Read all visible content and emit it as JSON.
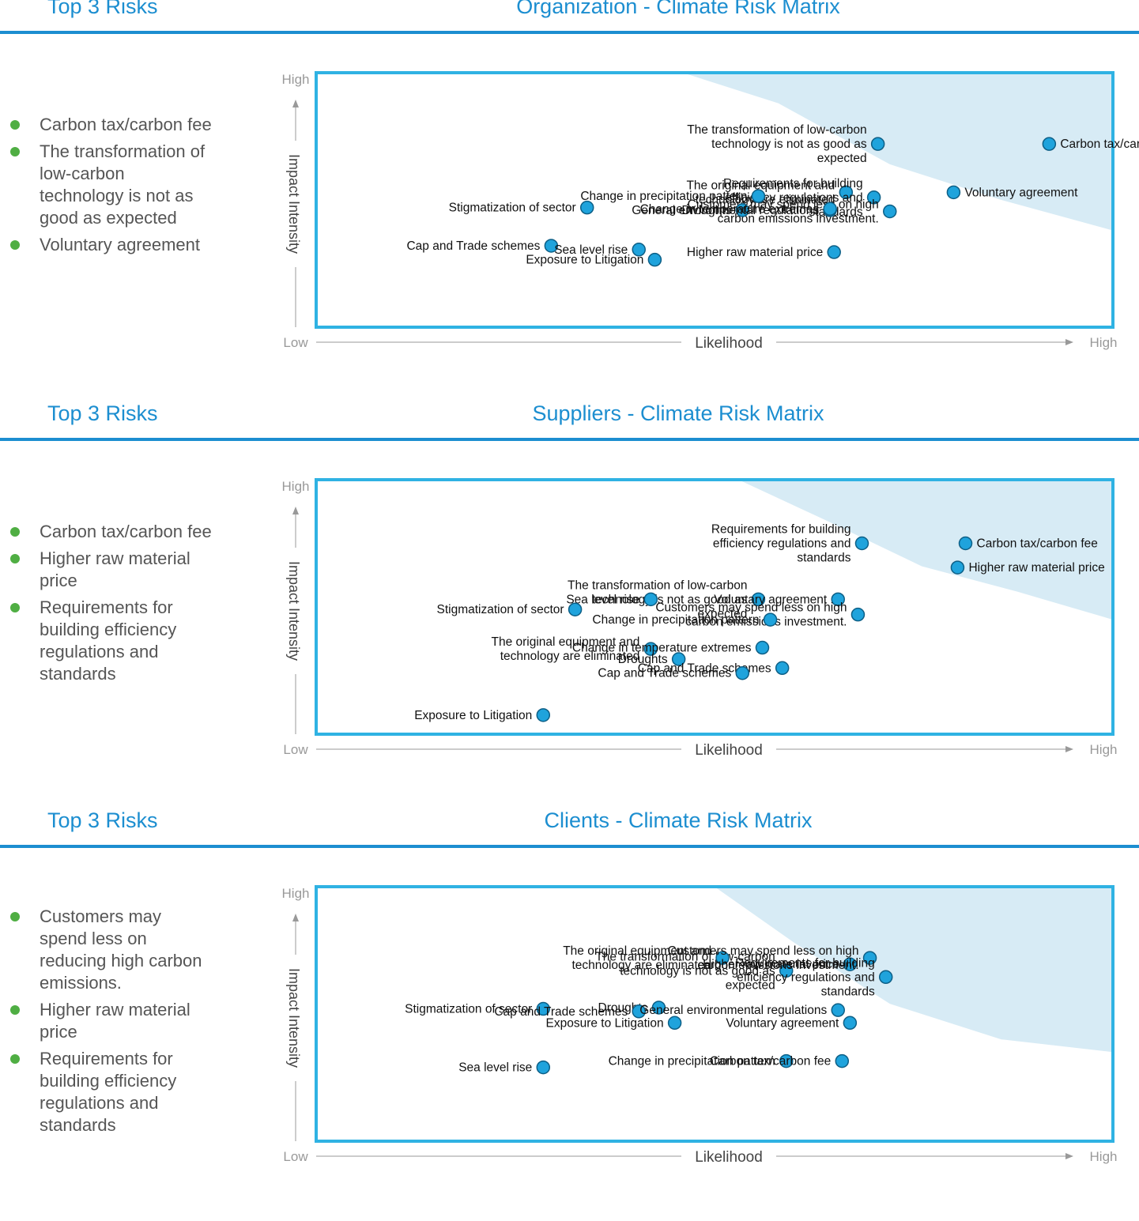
{
  "colors": {
    "heading": "#1c8ed0",
    "frame": "#2fb2e3",
    "zone": "#d7ebf5",
    "point_fill": "#1fa3dc",
    "point_stroke": "#0d5f86",
    "bullet": "#4fae43",
    "axis": "#999999"
  },
  "sections": [
    {
      "top_heading": "Top 3 Risks",
      "chart_title": "Organization - Climate Risk Matrix",
      "top_risks": [
        "Carbon tax/carbon fee",
        "The transformation of low-carbon technology is not as good as expected",
        "Voluntary agreement"
      ]
    },
    {
      "top_heading": "Top 3 Risks",
      "chart_title": "Suppliers - Climate Risk Matrix",
      "top_risks": [
        "Carbon tax/carbon fee",
        "Higher raw material price",
        "Requirements for building efficiency regulations and standards"
      ]
    },
    {
      "top_heading": "Top 3 Risks",
      "chart_title": "Clients - Climate Risk Matrix",
      "top_risks": [
        "Customers may spend less on reducing high carbon emissions.",
        "Higher raw material price",
        "Requirements for building efficiency regulations and standards"
      ]
    }
  ],
  "chart_data": [
    {
      "type": "scatter",
      "title": "Organization - Climate Risk Matrix",
      "xlabel": "Likelihood",
      "ylabel": "Impact Intensity",
      "x_low": "Low",
      "x_high": "High",
      "y_low": "Low",
      "y_high": "High",
      "xlim": [
        0,
        100
      ],
      "ylim": [
        0,
        100
      ],
      "high_risk_zone": [
        [
          46,
          100
        ],
        [
          58,
          88
        ],
        [
          72,
          64
        ],
        [
          86,
          50
        ],
        [
          100,
          38
        ],
        [
          100,
          100
        ]
      ],
      "points": [
        {
          "label": "The transformation of low-carbon technology is not as good as expected",
          "x": 70.5,
          "y": 72
        },
        {
          "label": "Carbon tax/carbon fee",
          "x": 92,
          "y": 72
        },
        {
          "label": "The original equipment and technology are eliminated",
          "x": 66.5,
          "y": 53
        },
        {
          "label": "Requirements for building efficiency regulations and standards",
          "x": 70,
          "y": 51
        },
        {
          "label": "Customers may spend less on high carbon emissions investment.",
          "x": 72,
          "y": 45.5
        },
        {
          "label": "Voluntary agreement",
          "x": 80,
          "y": 53
        },
        {
          "label": "Change in precipitation pattern",
          "x": 55.5,
          "y": 51.5
        },
        {
          "label": "Droughts",
          "x": 53.5,
          "y": 46
        },
        {
          "label": "Stigmatization of sector",
          "x": 34,
          "y": 47
        },
        {
          "label": "General environmental regulations",
          "x": 64.5,
          "y": 46
        },
        {
          "label": "Change in temperature extremes",
          "x": 64.5,
          "y": 46.5
        },
        {
          "label": "Cap and Trade schemes",
          "x": 29.5,
          "y": 32
        },
        {
          "label": "Sea level rise",
          "x": 40.5,
          "y": 30.5
        },
        {
          "label": "Exposure to Litigation",
          "x": 42.5,
          "y": 26.5
        },
        {
          "label": "Higher raw material price",
          "x": 65,
          "y": 29.5
        }
      ]
    },
    {
      "type": "scatter",
      "title": "Suppliers - Climate Risk Matrix",
      "xlabel": "Likelihood",
      "ylabel": "Impact Intensity",
      "x_low": "Low",
      "x_high": "High",
      "y_low": "Low",
      "y_high": "High",
      "xlim": [
        0,
        100
      ],
      "ylim": [
        0,
        100
      ],
      "high_risk_zone": [
        [
          53,
          100
        ],
        [
          64,
          84
        ],
        [
          76,
          66
        ],
        [
          88,
          56
        ],
        [
          100,
          45
        ],
        [
          100,
          100
        ]
      ],
      "points": [
        {
          "label": "Requirements for building efficiency regulations and standards",
          "x": 68.5,
          "y": 75
        },
        {
          "label": "Carbon tax/carbon fee",
          "x": 81.5,
          "y": 75
        },
        {
          "label": "Higher raw material price",
          "x": 80.5,
          "y": 65.5
        },
        {
          "label": "The transformation of low-carbon technology is not as good as expected",
          "x": 55.5,
          "y": 53
        },
        {
          "label": "Voluntary agreement",
          "x": 65.5,
          "y": 53
        },
        {
          "label": "Customers may spend less on high carbon emissions investment.",
          "x": 68,
          "y": 47
        },
        {
          "label": "Sea level rise",
          "x": 42,
          "y": 53
        },
        {
          "label": "Stigmatization of sector",
          "x": 32.5,
          "y": 49
        },
        {
          "label": "Change in precipitation pattern",
          "x": 57,
          "y": 45
        },
        {
          "label": "The original equipment and technology are eliminated",
          "x": 42,
          "y": 33.5
        },
        {
          "label": "Droughts",
          "x": 45.5,
          "y": 29.5
        },
        {
          "label": "Change in temperature extremes",
          "x": 56,
          "y": 34
        },
        {
          "label": "Cap and Trade schemes",
          "x": 58.5,
          "y": 26
        },
        {
          "label": "Cap and Trade schemes",
          "x": 53.5,
          "y": 24
        },
        {
          "label": "Exposure to Litigation",
          "x": 28.5,
          "y": 7.5
        }
      ]
    },
    {
      "type": "scatter",
      "title": "Clients - Climate Risk Matrix",
      "xlabel": "Likelihood",
      "ylabel": "Impact Intensity",
      "x_low": "Low",
      "x_high": "High",
      "y_low": "Low",
      "y_high": "High",
      "xlim": [
        0,
        100
      ],
      "ylim": [
        0,
        100
      ],
      "high_risk_zone": [
        [
          50,
          100
        ],
        [
          60,
          78
        ],
        [
          72,
          54
        ],
        [
          86,
          40
        ],
        [
          100,
          35
        ],
        [
          100,
          100
        ]
      ],
      "points": [
        {
          "label": "The transformation of low-carbon technology is not as good as expected",
          "x": 59,
          "y": 67
        },
        {
          "label": "The original equipment and technology are eliminated",
          "x": 51,
          "y": 72
        },
        {
          "label": "Higher raw material price",
          "x": 67,
          "y": 69.5
        },
        {
          "label": "Customers may spend less on high carbon emissions investment.",
          "x": 69.5,
          "y": 72
        },
        {
          "label": "Requirements for building efficiency regulations and standards",
          "x": 71.5,
          "y": 64.5
        },
        {
          "label": "Droughts",
          "x": 43,
          "y": 52.5
        },
        {
          "label": "Stigmatization of sector",
          "x": 28.5,
          "y": 52
        },
        {
          "label": "Cap and Trade schemes",
          "x": 40.5,
          "y": 51
        },
        {
          "label": "Exposure to Litigation",
          "x": 45,
          "y": 46.5
        },
        {
          "label": "General environmental regulations",
          "x": 65.5,
          "y": 51.5
        },
        {
          "label": "Voluntary agreement",
          "x": 67,
          "y": 46.5
        },
        {
          "label": "Change in precipitation pattern",
          "x": 59,
          "y": 31.5
        },
        {
          "label": "Carbon tax/carbon fee",
          "x": 66,
          "y": 31.5
        },
        {
          "label": "Sea level rise",
          "x": 28.5,
          "y": 29
        }
      ]
    }
  ]
}
